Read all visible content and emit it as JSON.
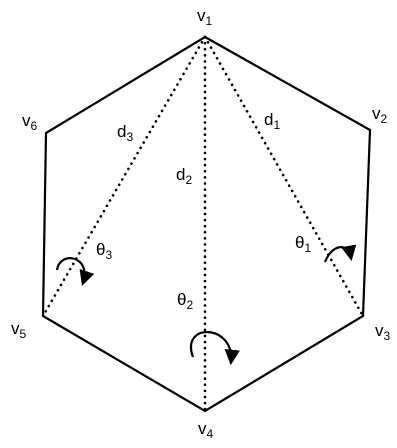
{
  "diagram": {
    "stroke_color": "#000000",
    "background": "#ffffff",
    "vertices": [
      {
        "id": "v1",
        "base": "v",
        "sub": "1"
      },
      {
        "id": "v2",
        "base": "v",
        "sub": "2"
      },
      {
        "id": "v3",
        "base": "v",
        "sub": "3"
      },
      {
        "id": "v4",
        "base": "v",
        "sub": "4"
      },
      {
        "id": "v5",
        "base": "v",
        "sub": "5"
      },
      {
        "id": "v6",
        "base": "v",
        "sub": "6"
      }
    ],
    "diagonals": [
      {
        "id": "d1",
        "base": "d",
        "sub": "1",
        "from": "v1",
        "to": "v3"
      },
      {
        "id": "d2",
        "base": "d",
        "sub": "2",
        "from": "v1",
        "to": "v4"
      },
      {
        "id": "d3",
        "base": "d",
        "sub": "3",
        "from": "v1",
        "to": "v5"
      }
    ],
    "angles": [
      {
        "id": "theta1",
        "base": "θ",
        "sub": "1",
        "at": "v3"
      },
      {
        "id": "theta2",
        "base": "θ",
        "sub": "2",
        "at": "v4"
      },
      {
        "id": "theta3",
        "base": "θ",
        "sub": "3",
        "at": "v5"
      }
    ]
  }
}
